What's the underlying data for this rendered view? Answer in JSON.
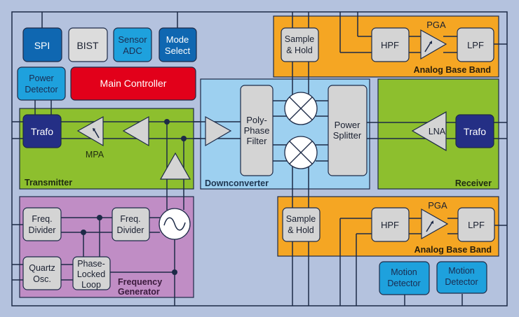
{
  "colors": {
    "background": "#b4c2de",
    "frame_line": "#1d2a47",
    "controller_dark_blue": "#0f67b1",
    "controller_light_blue": "#1ea1dd",
    "bist_gray": "#dcdcdc",
    "main_controller_red": "#e2001a",
    "transmitter_green": "#8dbf2e",
    "receiver_green": "#8dbf2e",
    "downconverter_blue": "#9dd0f0",
    "baseband_orange": "#f5a623",
    "freqgen_purple": "#c08dc5",
    "trafo_navy": "#242f85",
    "block_gray": "#d4d4d4",
    "text_dark": "#1a2030",
    "label_dark": "#1e2b10"
  },
  "control_blocks": {
    "spi": "SPI",
    "bist": "BIST",
    "sensor_adc": [
      "Sensor",
      "ADC"
    ],
    "mode_select": [
      "Mode",
      "Select"
    ],
    "power_detector": [
      "Power",
      "Detector"
    ],
    "main_controller": "Main Controller"
  },
  "transmitter": {
    "label": "Transmitter",
    "trafo": "Trafo",
    "mpa": "MPA"
  },
  "downconverter": {
    "label": "Downconverter",
    "polyphase": [
      "Poly-",
      "Phase",
      "Filter"
    ],
    "power_splitter": [
      "Power",
      "Splitter"
    ]
  },
  "receiver": {
    "label": "Receiver",
    "lna": "LNA",
    "trafo": "Trafo"
  },
  "baseband_top": {
    "label": "Analog Base Band",
    "sample_hold": [
      "Sample",
      "& Hold"
    ],
    "hpf": "HPF",
    "pga": "PGA",
    "lpf": "LPF"
  },
  "baseband_bottom": {
    "label": "Analog Base Band",
    "sample_hold": [
      "Sample",
      "& Hold"
    ],
    "hpf": "HPF",
    "pga": "PGA",
    "lpf": "LPF"
  },
  "frequency_generator": {
    "label": [
      "Frequency",
      "Generator"
    ],
    "freq_divider_1": [
      "Freq.",
      "Divider"
    ],
    "freq_divider_2": [
      "Freq.",
      "Divider"
    ],
    "quartz": [
      "Quartz",
      "Osc."
    ],
    "pll": [
      "Phase-",
      "Locked",
      "Loop"
    ]
  },
  "motion_detectors": [
    [
      "Motion",
      "Detector"
    ],
    [
      "Motion",
      "Detector"
    ]
  ]
}
